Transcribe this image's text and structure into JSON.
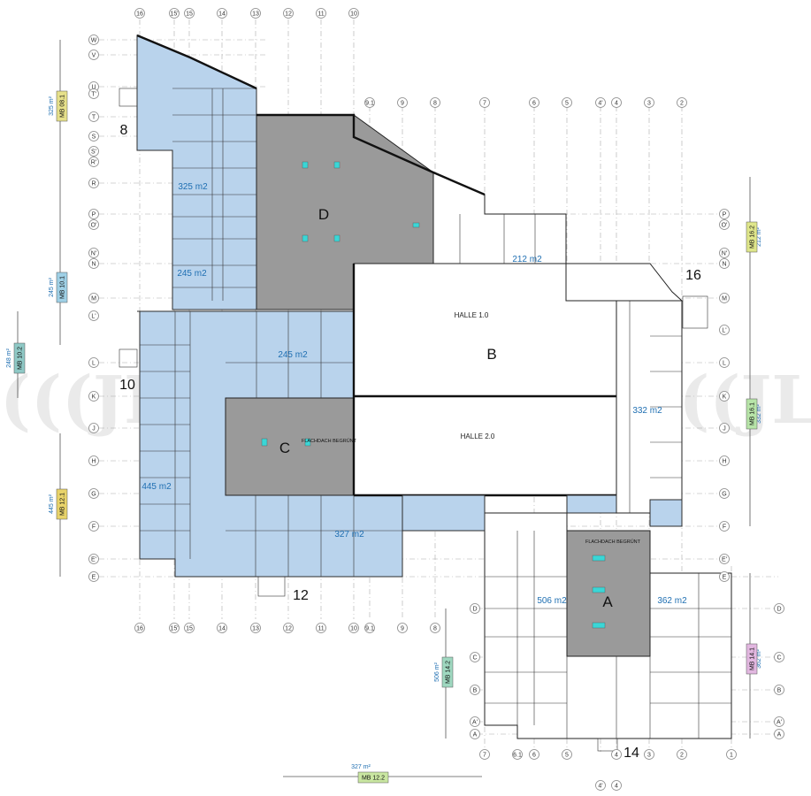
{
  "plan": {
    "top_grid": [
      "16",
      "15'",
      "15",
      "14",
      "13",
      "12",
      "11",
      "10"
    ],
    "bottom_grid_left": [
      "16",
      "15'",
      "15",
      "14",
      "13",
      "12",
      "11",
      "10",
      "9.1",
      "9",
      "8"
    ],
    "right_top_grid": [
      "9.1",
      "9",
      "8",
      "7",
      "6",
      "5",
      "4'",
      "4",
      "3",
      "2"
    ],
    "right_bottom_grid": [
      "7",
      "6.1",
      "6",
      "5",
      "4",
      "3",
      "2",
      "1"
    ],
    "bottom_sub_grid": [
      "4'",
      "4"
    ],
    "left_rows": [
      "W",
      "V",
      "U",
      "T'",
      "T",
      "S",
      "S'",
      "R'",
      "R",
      "P",
      "O'",
      "N'",
      "N",
      "M",
      "L'",
      "L",
      "K",
      "J",
      "H",
      "G",
      "F",
      "E'",
      "E"
    ],
    "right_rows_top": [
      "P",
      "O'",
      "N'",
      "N",
      "M",
      "L'",
      "L",
      "K",
      "J",
      "H",
      "G",
      "F",
      "E'",
      "E"
    ],
    "right_rows_bottom": [
      "D",
      "C",
      "B",
      "A'",
      "A"
    ],
    "areas": {
      "a325": "325 m2",
      "a245a": "245 m2",
      "a245b": "245 m2",
      "a445": "445 m2",
      "a327": "327 m2",
      "a212": "212 m2",
      "a332": "332 m2",
      "a506": "506 m2",
      "a362": "362 m2"
    },
    "letters": {
      "A": "A",
      "B": "B",
      "C": "C",
      "D": "D"
    },
    "entrances": {
      "e8": "8",
      "e10": "10",
      "e12": "12",
      "e14": "14",
      "e16": "16"
    },
    "halls": {
      "h1": "HALLE 1.0",
      "h2": "HALLE 2.0"
    },
    "flachdach": "FLACHDACH BEGRÜNT",
    "dims": {
      "left_325": "325 m²",
      "left_245": "245 m²",
      "left_248": "248 m²",
      "left_445": "445 m²",
      "right_212": "212 m²",
      "right_332": "332 m²",
      "right_362": "362 m²",
      "bottom_327": "327 m²",
      "bottom_506": "506 m²"
    },
    "mb": {
      "mb081": "MB 08.1",
      "mb101": "MB 10.1",
      "mb102": "MB 10.2",
      "mb121": "MB 12.1",
      "mb162": "MB 16.2",
      "mb161": "MB 16.1",
      "mb141": "MB 14.1",
      "mb142": "MB 14.2",
      "mb122": "MB 12.2"
    },
    "watermark": "(((JLL(((JLL(((JLL(((JLL",
    "colors": {
      "office_blue": "#b9d3ec",
      "roof_grey": "#9a9a9a",
      "area_text": "#1f6fb2"
    }
  }
}
